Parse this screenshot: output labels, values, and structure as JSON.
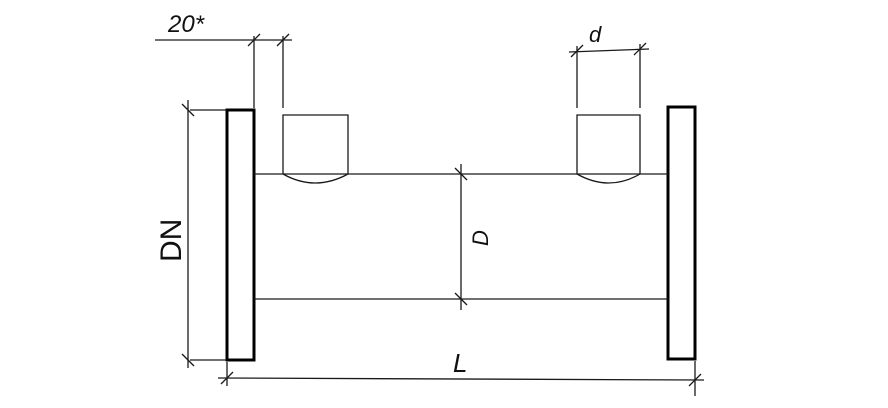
{
  "labels": {
    "tolerance": "20*",
    "socket_diameter": "d",
    "nominal_diameter": "DN",
    "pipe_diameter": "D",
    "length": "L"
  },
  "colors": {
    "background": "#ffffff",
    "line": "#000000"
  }
}
